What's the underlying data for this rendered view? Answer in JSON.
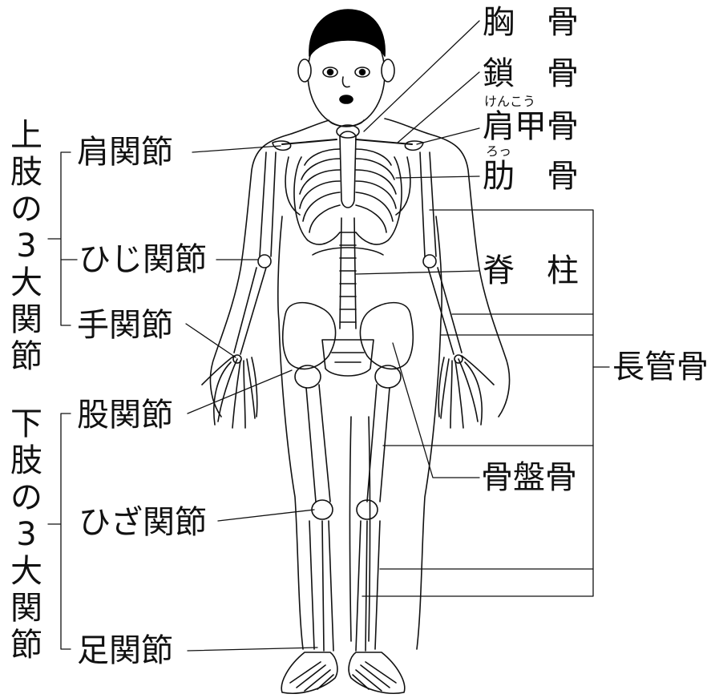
{
  "left_groups": {
    "upper": {
      "title_chars": [
        "上",
        "肢",
        "の",
        "3",
        "大",
        "関",
        "節"
      ]
    },
    "lower": {
      "title_chars": [
        "下",
        "肢",
        "の",
        "3",
        "大",
        "関",
        "節"
      ]
    }
  },
  "joints": {
    "shoulder": "肩関節",
    "elbow": "ひじ関節",
    "wrist": "手関節",
    "hip": "股関節",
    "knee": "ひざ関節",
    "ankle": "足関節"
  },
  "bones": {
    "sternum": "胸　骨",
    "clavicle": "鎖　骨",
    "scapula": "肩甲骨",
    "scapula_ruby": "けんこう",
    "rib": "肋　骨",
    "rib_ruby": "ろっ",
    "spine": "脊　柱",
    "long_bone": "長管骨",
    "pelvis": "骨盤骨"
  },
  "colors": {
    "line": "#111111",
    "hair": "#000000",
    "background": "#ffffff"
  }
}
